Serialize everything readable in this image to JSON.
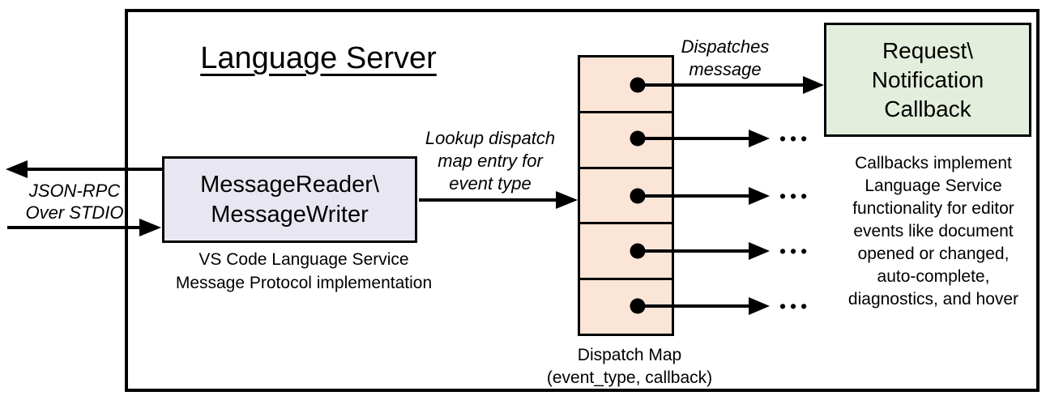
{
  "title": "Language Server",
  "reader_box": {
    "lines": [
      "MessageReader\\",
      "MessageWriter"
    ],
    "fill": "#E8E7F1"
  },
  "reader_caption": {
    "lines": [
      "VS Code Language Service",
      "Message Protocol implementation"
    ]
  },
  "stdio_label": {
    "lines": [
      "JSON-RPC",
      "Over STDIO"
    ]
  },
  "lookup_label": {
    "lines": [
      "Lookup dispatch",
      "map entry for",
      "event type"
    ]
  },
  "dispatches_label": {
    "lines": [
      "Dispatches",
      "message"
    ]
  },
  "callback_box": {
    "lines": [
      "Request\\",
      "Notification",
      "Callback"
    ],
    "fill": "#E3EEDC"
  },
  "callbacks_note": {
    "lines": [
      "Callbacks implement",
      "Language Service",
      "functionality for editor",
      "events like document",
      "opened or changed,",
      "auto-complete,",
      "diagnostics, and hover"
    ]
  },
  "dispatch_map": {
    "row_count": 5,
    "fill": "#FBE5D6",
    "caption": [
      "Dispatch Map",
      "(event_type, callback)"
    ]
  },
  "ellipsis": "•••",
  "colors": {
    "outline": "#000000",
    "background": "#FFFFFF",
    "reader_fill": "#E8E7F1",
    "callback_fill": "#E3EEDC",
    "dispatch_fill": "#FBE5D6"
  }
}
